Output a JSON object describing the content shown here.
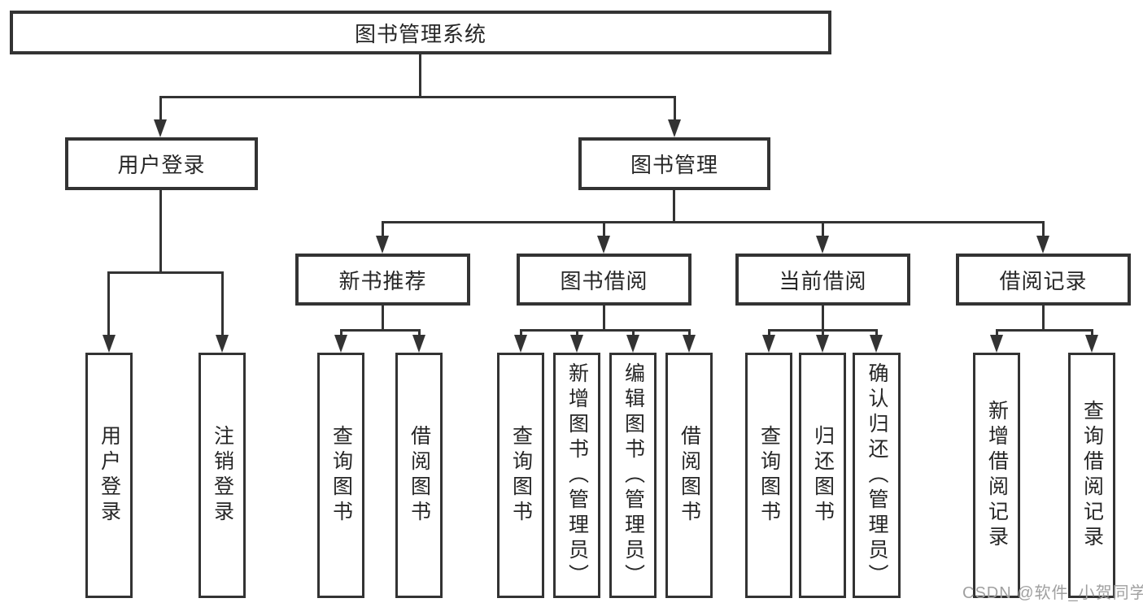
{
  "theme": {
    "line_color": "#333333",
    "text_color": "#262626",
    "background_color": "#ffffff",
    "watermark_color": "#a0a0a0"
  },
  "tree": {
    "root": {
      "label": "图书管理系统",
      "children": [
        {
          "label": "用户登录",
          "children": [
            {
              "label": "用户登录"
            },
            {
              "label": "注销登录"
            }
          ]
        },
        {
          "label": "图书管理",
          "children": [
            {
              "label": "新书推荐",
              "children": [
                {
                  "label": "查询图书"
                },
                {
                  "label": "借阅图书"
                }
              ]
            },
            {
              "label": "图书借阅",
              "children": [
                {
                  "label": "查询图书"
                },
                {
                  "label": "新增图书（管理员）"
                },
                {
                  "label": "编辑图书（管理员）"
                },
                {
                  "label": "借阅图书"
                }
              ]
            },
            {
              "label": "当前借阅",
              "children": [
                {
                  "label": "查询图书"
                },
                {
                  "label": "归还图书"
                },
                {
                  "label": "确认归还（管理员）"
                }
              ]
            },
            {
              "label": "借阅记录",
              "children": [
                {
                  "label": "新增借阅记录"
                },
                {
                  "label": "查询借阅记录"
                }
              ]
            }
          ]
        }
      ]
    }
  },
  "watermark": {
    "text": "CSDN @软件_小贺同学"
  }
}
